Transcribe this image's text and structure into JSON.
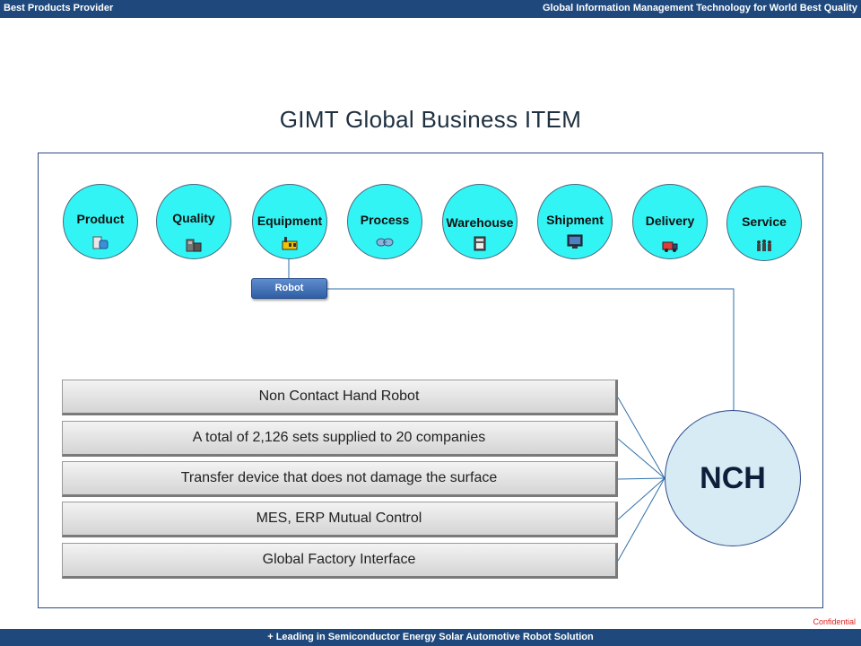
{
  "header": {
    "left_text": "Best Products Provider",
    "right_text": "Global Information Management Technology for World Best Quality"
  },
  "title": "GIMT Global Business ITEM",
  "items": [
    {
      "label": "Product",
      "icon": "computer-icon"
    },
    {
      "label": "Quality",
      "icon": "machine-icon"
    },
    {
      "label": "Equipment",
      "icon": "factory-icon"
    },
    {
      "label": "Process",
      "icon": "network-icon"
    },
    {
      "label": "Warehouse",
      "icon": "server-icon"
    },
    {
      "label": "Shipment",
      "icon": "monitor-icon"
    },
    {
      "label": "Delivery",
      "icon": "truck-icon"
    },
    {
      "label": "Service",
      "icon": "people-icon"
    }
  ],
  "robot_label": "Robot",
  "features": [
    "Non Contact Hand Robot",
    "A total of 2,126 sets supplied to 20 companies",
    "Transfer device that does not damage the surface",
    "MES, ERP Mutual Control",
    "Global Factory Interface"
  ],
  "center_label": "NCH",
  "confidential": "Confidential",
  "footer": "+ Leading in Semiconductor Energy Solar Automotive Robot Solution",
  "colors": {
    "bar": "#1f497d",
    "circle": "#33f4f4",
    "nch": "#d7ebf5",
    "line": "#2e6fa8"
  }
}
